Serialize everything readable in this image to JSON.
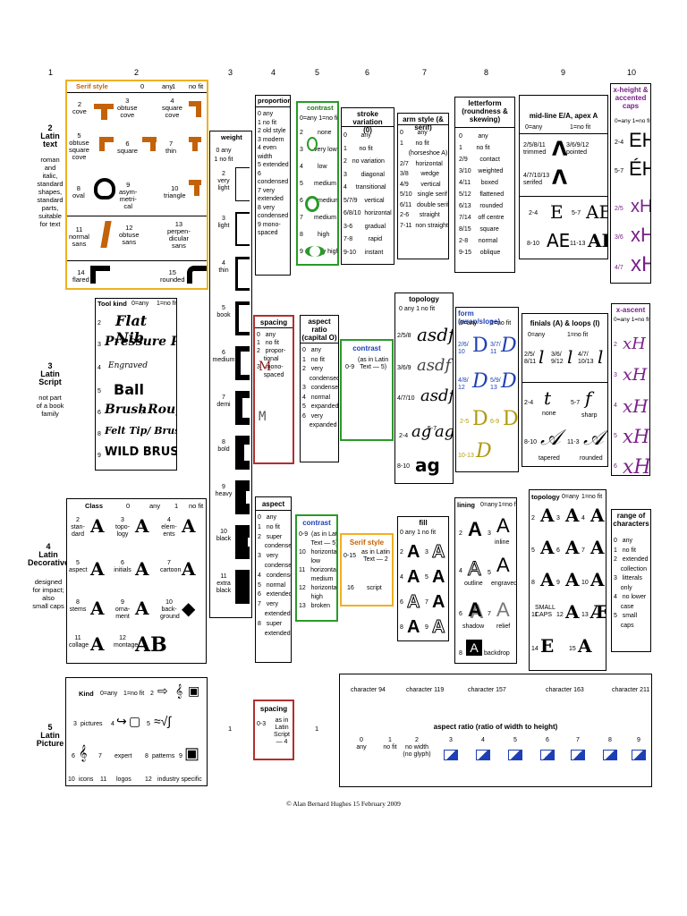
{
  "columns": [
    "1",
    "2",
    "3",
    "4",
    "5",
    "6",
    "7",
    "8",
    "9",
    "10"
  ],
  "rows": {
    "r2": {
      "num": "2",
      "title": "Latin\ntext",
      "desc": "roman\nand\nitalic,\nstandard\nshapes,\nstandard\nparts,\nsuitable\nfor text"
    },
    "r3": {
      "num": "3",
      "title": "Latin\nScript",
      "desc": "not part\nof a book\nfamily"
    },
    "r4": {
      "num": "4",
      "title": "Latin\nDecorative",
      "desc": "designed\nfor impact;\nalso\nsmall caps"
    },
    "r5": {
      "num": "5",
      "title": "Latin\nPicture"
    }
  },
  "serif_style": {
    "title": "Serif style",
    "h0": "0",
    "h0b": "any",
    "h1": "1",
    "h1b": "no fit",
    "items": [
      {
        "n": "2",
        "l": "cove"
      },
      {
        "n": "3",
        "l": "obtuse\ncove"
      },
      {
        "n": "4",
        "l": "square\ncove"
      },
      {
        "n": "5",
        "l": "obtuse\nsquare\ncove"
      },
      {
        "n": "6",
        "l": "square"
      },
      {
        "n": "7",
        "l": "thin"
      },
      {
        "n": "8",
        "l": "oval"
      },
      {
        "n": "9",
        "l": "asym-\nmetri-\ncal"
      },
      {
        "n": "10",
        "l": "triangle"
      },
      {
        "n": "11",
        "l": "normal\nsans"
      },
      {
        "n": "12",
        "l": "obtuse\nsans"
      },
      {
        "n": "13",
        "l": "perpen-\ndicular\nsans"
      },
      {
        "n": "14",
        "l": "flared"
      },
      {
        "n": "15",
        "l": "rounded"
      }
    ]
  },
  "weight": {
    "title": "weight",
    "items": [
      {
        "n": "0",
        "l": "any"
      },
      {
        "n": "1",
        "l": "no fit"
      },
      {
        "n": "2",
        "l": "very\nlight"
      },
      {
        "n": "3",
        "l": "light"
      },
      {
        "n": "4",
        "l": "thin"
      },
      {
        "n": "5",
        "l": "book"
      },
      {
        "n": "6",
        "l": "medium"
      },
      {
        "n": "7",
        "l": "demi"
      },
      {
        "n": "8",
        "l": "bold"
      },
      {
        "n": "9",
        "l": "heavy"
      },
      {
        "n": "10",
        "l": "black"
      },
      {
        "n": "11",
        "l": "extra\nblack"
      }
    ]
  },
  "proportion": {
    "title": "proportion",
    "items": [
      "0   any",
      "1   no fit",
      "2  old style",
      "3   modern",
      "4  even width",
      "5  extended",
      "6  condensed",
      "7   very\n     extended",
      "8   very\n     condensed",
      "9   mono-\n     spaced"
    ]
  },
  "contrast1": {
    "title": "contrast",
    "hdr": "0=any  1=no fit",
    "items": [
      {
        "n": "2",
        "l": "none"
      },
      {
        "n": "3",
        "l": "very low"
      },
      {
        "n": "4",
        "l": "low"
      },
      {
        "n": "5",
        "l": "medium low"
      },
      {
        "n": "6",
        "l": "medium"
      },
      {
        "n": "7",
        "l": "medium high"
      },
      {
        "n": "8",
        "l": "high"
      },
      {
        "n": "9",
        "l": "very high"
      }
    ]
  },
  "stroke": {
    "title": "stroke variation\n(0)",
    "items": [
      "0        any",
      "1       no fit",
      "2   no variation",
      "3        diagonal",
      "4     transitional",
      "5/7/9    vertical",
      "6/8/10  horizontal",
      "3-6       gradual",
      "7-8         rapid",
      "9-10     instant"
    ]
  },
  "armstyle": {
    "title": "arm style (& serif)",
    "items": [
      "0        any",
      "1       no fit\n     (horseshoe A)",
      "2/7    horizontal",
      "3/8       wedge",
      "4/9       vertical",
      "5/10   single serif",
      "6/11   double serif",
      "2-6      straight",
      "7-11  non straight"
    ]
  },
  "letterform": {
    "title": "letterform\n(roundness &\nskewing)",
    "items": [
      "0         any",
      "1        no fit",
      "2/9       contact",
      "3/10    weighted",
      "4/11      boxed",
      "5/12     flattened",
      "6/13     rounded",
      "7/14    off centre",
      "8/15     square",
      "2-8      normal",
      "9-15     oblique"
    ]
  },
  "midline": {
    "title": "mid-line E/A, apex A",
    "h0": "0=any",
    "h1": "1=no fit",
    "a": "2/5/8/11\ntrimmed",
    "b": "3/6/9/12\npointed",
    "c": "4/7/10/13\nserifed",
    "r1a": "2-4",
    "r1b": "5-7",
    "r2a": "8-10",
    "r2b": "11-13"
  },
  "xheight": {
    "title": "x-height &\naccented\ncaps",
    "hdr": "0=any  1=no fit",
    "items": [
      "2-4",
      "5-7",
      "2/5",
      "3/6",
      "4/7"
    ]
  },
  "toolkind": {
    "title": "Tool kind",
    "h0": "0=any",
    "h1": "1=no fit",
    "items": [
      {
        "n": "2",
        "l": "Flat Nib"
      },
      {
        "n": "3",
        "l": "Pressure Point"
      },
      {
        "n": "4",
        "l": "Engraved"
      },
      {
        "n": "5",
        "l": "Ball"
      },
      {
        "n": "6",
        "l": "Brush"
      },
      {
        "n": "7",
        "l": "Rough"
      },
      {
        "n": "8",
        "l": "Felt Tip/ Brush Tip"
      },
      {
        "n": "9",
        "l": "WILD BRUSH"
      }
    ]
  },
  "spacing1": {
    "title": "spacing",
    "items": [
      "0   any",
      "1   no fit",
      "2   propor-\n    tional",
      "3   mono-\n    spaced"
    ]
  },
  "aspectratio": {
    "title": "aspect\nratio\n(capital O)",
    "items": [
      "0   any",
      "1   no fit",
      "2   very\n    condensed",
      "3   condensed",
      "4   normal",
      "5   expanded",
      "6   very\n    expanded"
    ]
  },
  "contrast2": {
    "title": "contrast",
    "n": "0-9",
    "l": "(as in Latin\nText — 5)"
  },
  "topology1": {
    "title": "topology",
    "hdr": "0  any  1  no fit",
    "items": [
      "2/5/8",
      "3/6/9",
      "4/7/10",
      "2-4",
      "5-7",
      "8-10"
    ]
  },
  "formws": {
    "title": "form (wrap/slope)",
    "h0": "0=any",
    "h1": "1=no fit",
    "items": [
      "2/6/\n10",
      "3/7/\n11",
      "4/8/\n12",
      "5/9/\n13",
      "2-5",
      "6-9",
      "10-13"
    ]
  },
  "finials": {
    "title": "finials (A) & loops (l)",
    "h0": "0=any",
    "h1": "1=no fit",
    "a": "2/5/\n8/11",
    "b": "3/6/\n9/12",
    "c": "4/7/\n10/13",
    "r1": "2-4",
    "r1b": "5-7",
    "none": "none",
    "sharp": "sharp",
    "r2": "8-10",
    "r2b": "11-3",
    "tapered": "tapered",
    "rounded": "rounded"
  },
  "xascent": {
    "title": "x-ascent",
    "hdr": "0=any  1=no fit",
    "items": [
      "2",
      "3",
      "4",
      "5",
      "6"
    ]
  },
  "classbox": {
    "title": "Class",
    "h0": "0",
    "h0b": "any",
    "h1": "1",
    "h1b": "no fit",
    "items": [
      {
        "n": "2",
        "l": "stan-\ndard"
      },
      {
        "n": "3",
        "l": "topo-\nlogy"
      },
      {
        "n": "4",
        "l": "elem-\nents"
      },
      {
        "n": "5",
        "l": "aspect"
      },
      {
        "n": "6",
        "l": "initials"
      },
      {
        "n": "7",
        "l": "cartoon"
      },
      {
        "n": "8",
        "l": "stems"
      },
      {
        "n": "9",
        "l": "orna-\nment"
      },
      {
        "n": "10",
        "l": "back-\nground"
      },
      {
        "n": "11",
        "l": "collage"
      },
      {
        "n": "12",
        "l": "montage"
      }
    ]
  },
  "aspect4": {
    "title": "aspect",
    "items": [
      "0   any",
      "1   no fit",
      "2   super\n    condensed",
      "3   very\n    condensed",
      "4   condensed",
      "5   normal",
      "6   extended",
      "7   very\n    extended",
      "8   super\n    extended"
    ]
  },
  "contrast3": {
    "title": "contrast",
    "items": [
      "0-9  (as in Latin\n       Text — 5)",
      "10   horizontal\n       low",
      "11   horizontal\n       medium",
      "12   horizontal\n       high",
      "13   broken"
    ]
  },
  "serif4": {
    "title": "Serif style",
    "a": "0-15",
    "b": "as in Latin\nText — 2",
    "c": "16",
    "d": "script"
  },
  "fill": {
    "title": "fill",
    "hdr": "0  any  1  no fit",
    "items": [
      "2",
      "3",
      "4",
      "5",
      "6",
      "7",
      "8",
      "9"
    ]
  },
  "lining": {
    "title": "lining",
    "h0": "0=any",
    "h1": "1=no fit",
    "items": [
      {
        "n": "2",
        "l": ""
      },
      {
        "n": "3",
        "l": "inline"
      },
      {
        "n": "4",
        "l": "outline"
      },
      {
        "n": "5",
        "l": "engraved"
      },
      {
        "n": "6",
        "l": "shadow"
      },
      {
        "n": "7",
        "l": "relief"
      },
      {
        "n": "8",
        "l": "backdrop"
      }
    ]
  },
  "topology4": {
    "title": "topology",
    "h0": "0=any",
    "h1": "1=no fit",
    "items": [
      "2",
      "3",
      "4",
      "5",
      "6",
      "7",
      "8",
      "9",
      "10",
      "11",
      "12",
      "13",
      "14",
      "15"
    ],
    "smallcaps": "SMALL\nCAPS"
  },
  "range": {
    "title": "range of\ncharacters",
    "items": [
      "0   any",
      "1   no fit",
      "2   extended\n    collection",
      "3   litterals\n    only",
      "4   no lower\n    case",
      "5   small\n    caps"
    ]
  },
  "kindbox": {
    "title": "Kind",
    "h0": "0=any",
    "h1": "1=no fit",
    "items": [
      {
        "n": "2",
        "l": ""
      },
      {
        "n": "3",
        "l": "pictures"
      },
      {
        "n": "4",
        "l": ""
      },
      {
        "n": "5",
        "l": ""
      },
      {
        "n": "6",
        "l": ""
      },
      {
        "n": "7",
        "l": "expert"
      },
      {
        "n": "8",
        "l": "patterns"
      },
      {
        "n": "9",
        "l": ""
      },
      {
        "n": "10",
        "l": "icons"
      },
      {
        "n": "11",
        "l": "logos"
      },
      {
        "n": "12",
        "l": "industry specific"
      }
    ]
  },
  "r5col3": "1",
  "spacing5": {
    "title": "spacing",
    "a": "0-3",
    "b": "as in Latin\nScript — 4"
  },
  "r5col5": "1",
  "chars": {
    "labels": [
      "character 94",
      "character 119",
      "character 157",
      "character 163",
      "character 211"
    ],
    "aspect_title": "aspect ratio (ratio of width to height)",
    "items": [
      {
        "n": "0",
        "l": "any"
      },
      {
        "n": "1",
        "l": "no fit"
      },
      {
        "n": "2",
        "l": "no width\n(no glyph)"
      },
      {
        "n": "3"
      },
      {
        "n": "4"
      },
      {
        "n": "5"
      },
      {
        "n": "6"
      },
      {
        "n": "7"
      },
      {
        "n": "8"
      },
      {
        "n": "9"
      }
    ]
  },
  "copyright": "© Alan Bernard Hughes 15 February 2009"
}
